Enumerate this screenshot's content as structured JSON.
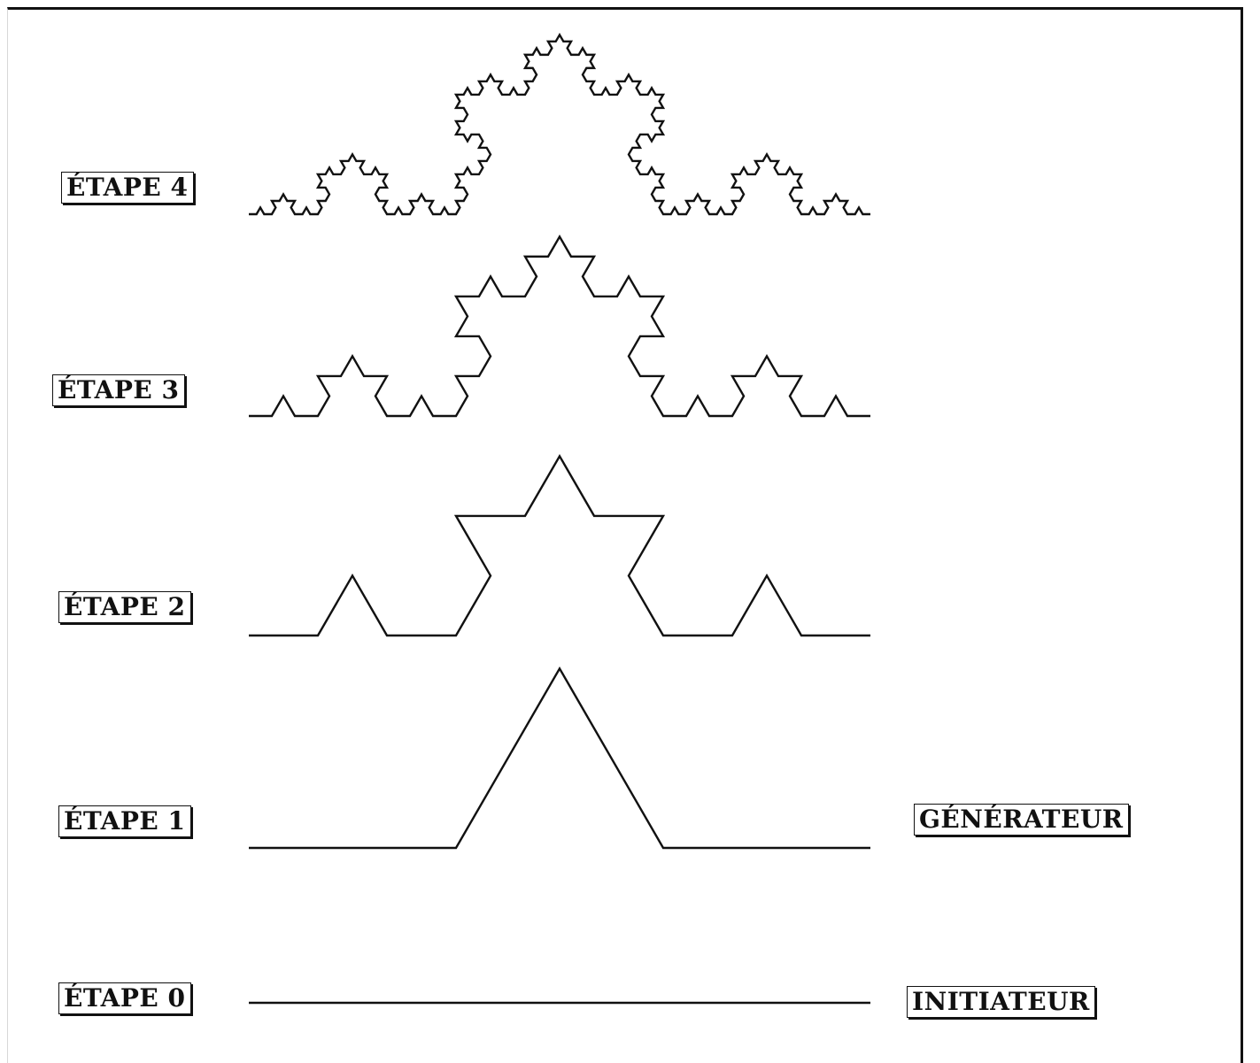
{
  "stages": [
    {
      "level": 4,
      "label": "ÉTAPE 4"
    },
    {
      "level": 3,
      "label": "ÉTAPE 3"
    },
    {
      "level": 2,
      "label": "ÉTAPE 2"
    },
    {
      "level": 1,
      "label": "ÉTAPE 1"
    },
    {
      "level": 0,
      "label": "ÉTAPE 0"
    }
  ],
  "side_labels": {
    "generator": "GÉNÉRATEUR",
    "initiator": "INITIATEUR"
  },
  "colors": {
    "ink": "#111111",
    "paper": "#ffffff"
  }
}
